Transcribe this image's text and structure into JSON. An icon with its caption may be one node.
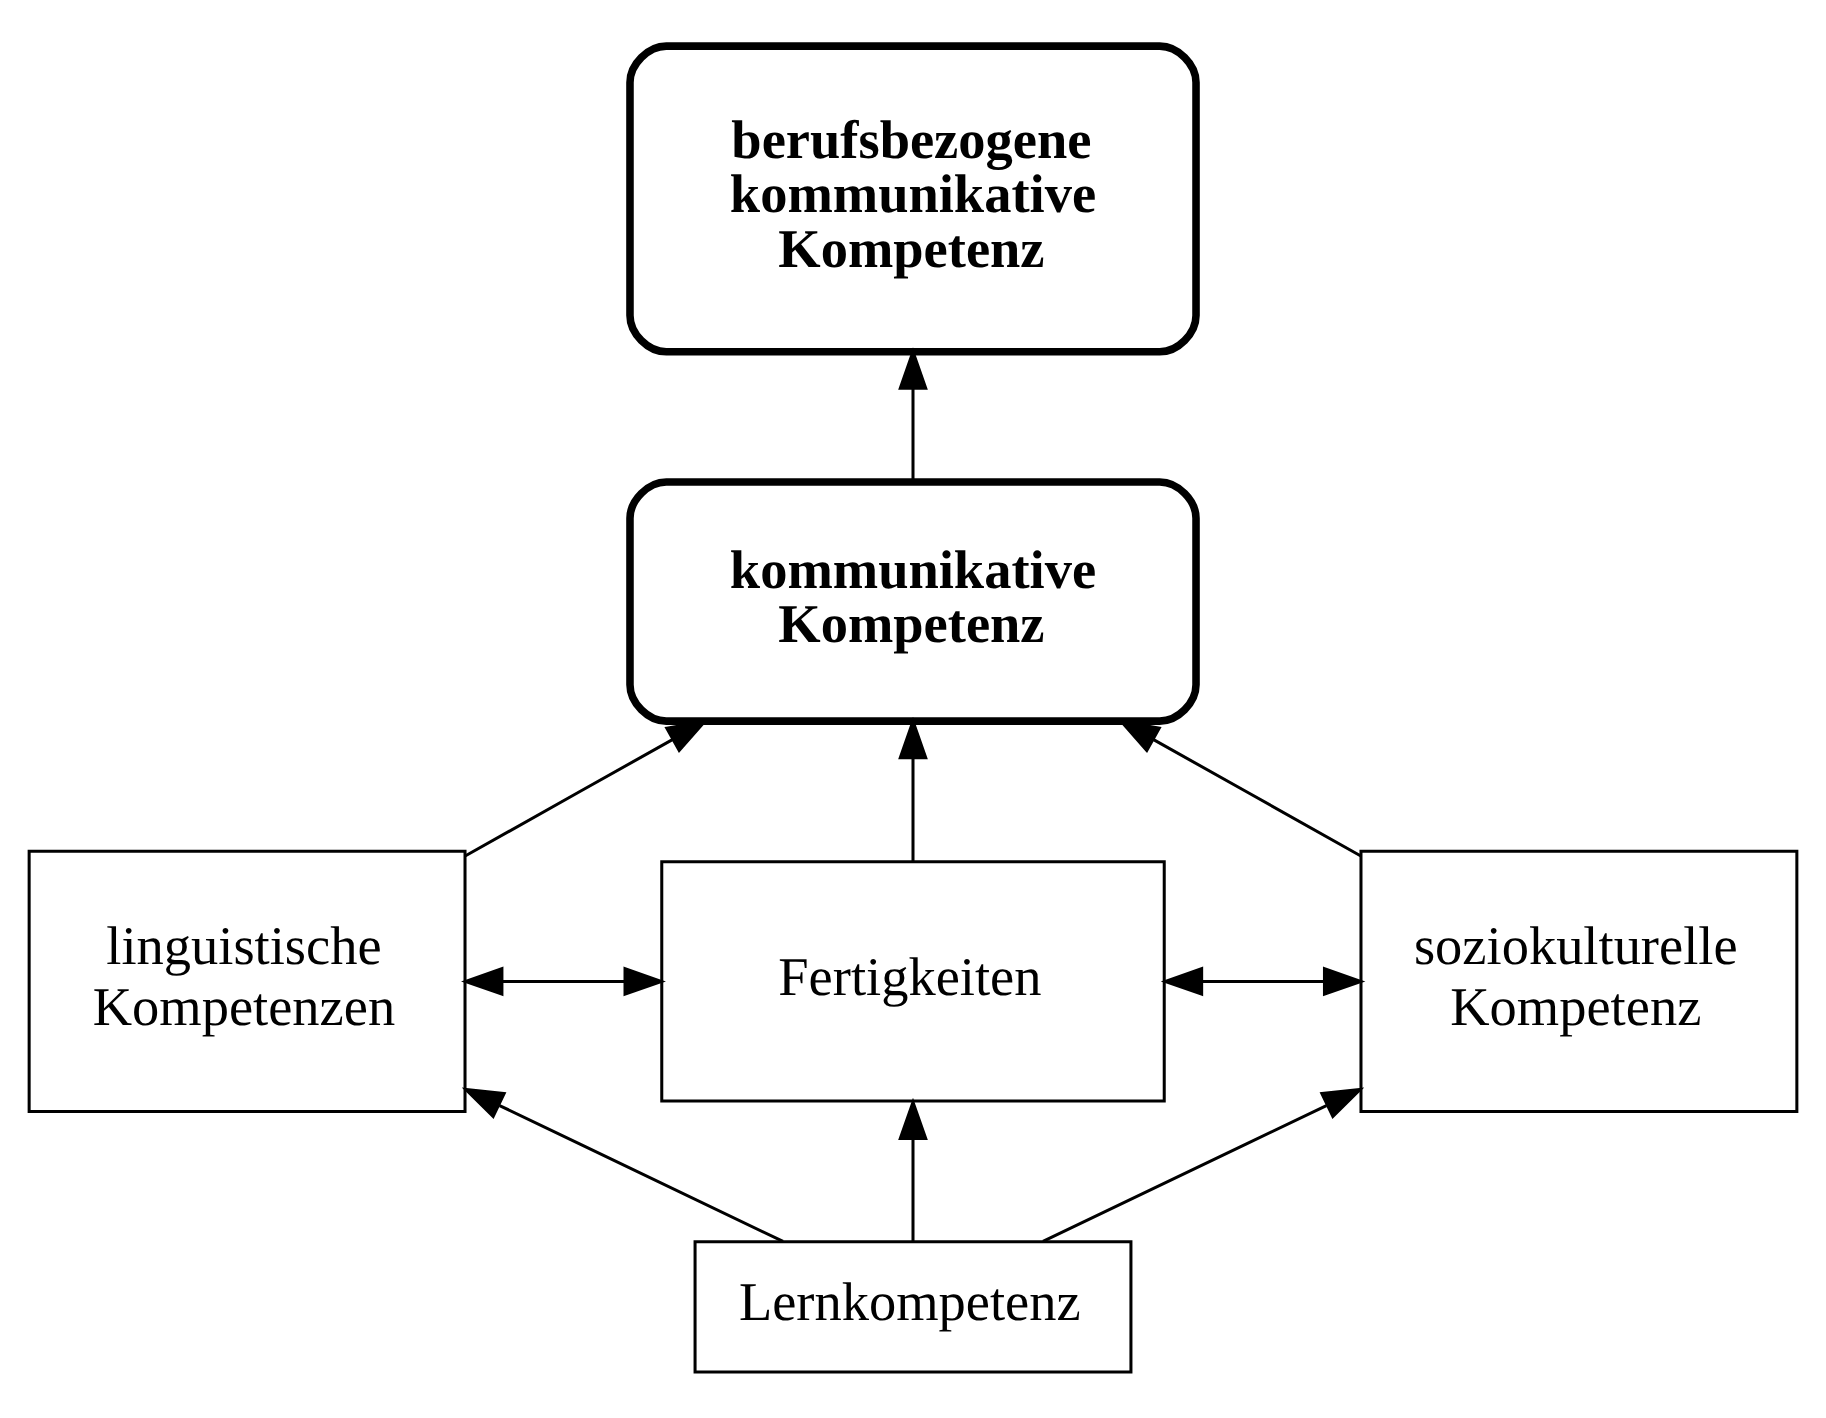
{
  "diagram": {
    "nodes": [
      {
        "text": [
          "berufsbezogene kommunikative Kompetenz"
        ]
      },
      {
        "text": [
          "kommunikative Kompetenz"
        ]
      },
      {
        "text": [
          "linguistische Kompetenzen"
        ]
      },
      {
        "text": [
          "Fertigkeiten"
        ]
      },
      {
        "text": [
          "soziokulturelle Kompetenz"
        ]
      },
      {
        "text": [
          "Lernkompetenz"
        ]
      }
    ],
    "edges": [
      {
        "from": 1,
        "to": 0,
        "arrow": "to"
      },
      {
        "from": 2,
        "to": 1,
        "arrow": "to"
      },
      {
        "from": 3,
        "to": 1,
        "arrow": "to"
      },
      {
        "from": 4,
        "to": 1,
        "arrow": "to"
      },
      {
        "from": 2,
        "to": 3,
        "arrow": "both"
      },
      {
        "from": 3,
        "to": 4,
        "arrow": "both"
      },
      {
        "from": 5,
        "to": 2,
        "arrow": "to"
      },
      {
        "from": 5,
        "to": 3,
        "arrow": "to"
      },
      {
        "from": 5,
        "to": 4,
        "arrow": "to"
      }
    ]
  }
}
